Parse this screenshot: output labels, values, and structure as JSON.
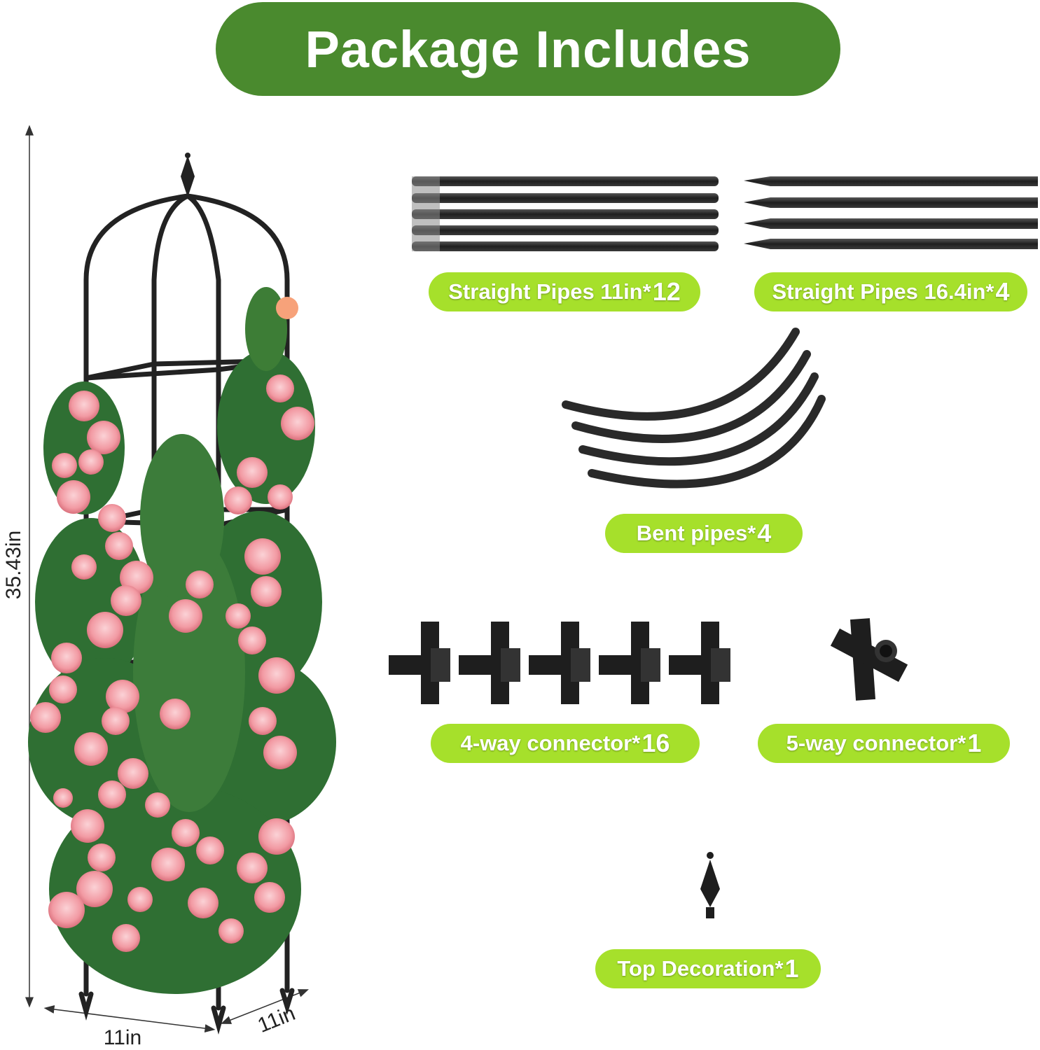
{
  "title": "Package Includes",
  "colors": {
    "banner_bg": "#4a8a2e",
    "label_bg": "#a6e02b",
    "pipe": "#1f1f1f",
    "rose": "#f3a0a8",
    "leaf": "#2f6f33"
  },
  "dimensions": {
    "height": "35.43in",
    "width": "11in",
    "depth": "11in"
  },
  "parts": [
    {
      "id": "straight-11",
      "name": "Straight Pipes 11in*",
      "qty": "12"
    },
    {
      "id": "straight-16",
      "name": "Straight Pipes 16.4in*",
      "qty": "4"
    },
    {
      "id": "bent",
      "name": "Bent pipes* ",
      "qty": "4"
    },
    {
      "id": "four-way",
      "name": "4-way connector* ",
      "qty": "16"
    },
    {
      "id": "five-way",
      "name": "5-way connector*",
      "qty": "1"
    },
    {
      "id": "top-deco",
      "name": "Top Decoration*",
      "qty": "1"
    }
  ],
  "icons": {
    "pipes_11": "straight-pipe-11in-icon",
    "pipes_16": "straight-pipe-16in-icon",
    "bent": "bent-pipe-icon",
    "four_way": "four-way-connector-icon",
    "five_way": "five-way-connector-icon",
    "top": "top-decoration-icon",
    "trellis": "rose-trellis-image"
  }
}
